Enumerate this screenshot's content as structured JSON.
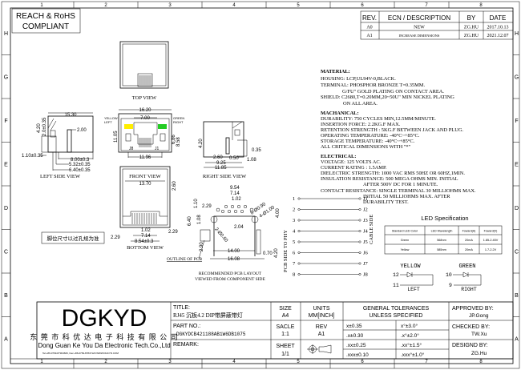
{
  "frame": {
    "columns": [
      "1",
      "2",
      "3",
      "4",
      "5",
      "6",
      "7",
      "8"
    ],
    "rows": [
      "H",
      "G",
      "F",
      "E",
      "D",
      "C",
      "B",
      "A"
    ]
  },
  "compliance": [
    "REACH & RoHS",
    "COMPLIANT"
  ],
  "revision_table": {
    "headers": [
      "REV.",
      "ECN / DESCRIPTION",
      "BY",
      "DATE"
    ],
    "rows": [
      [
        "A0",
        "NEW",
        "ZG.HU",
        "2017.10.13"
      ],
      [
        "A1",
        "INCREASE DIMENSIONS",
        "ZG.HU",
        "2021.12.07"
      ]
    ]
  },
  "views": {
    "top": "TOP VIEW",
    "left_side": "LEFT SIDE VIEW",
    "front": "FRONT VIEW",
    "right_side": "RIGHT SIDE VIEW",
    "bottom": "BOTTOM VIEW",
    "pcb_layout": [
      "RECOMMENDED PCB LAYOUT",
      "VIEWED FROM COMPONENT SIDE"
    ],
    "outline_of_pcb": "OUTLINE  OF PCB",
    "chinese_note": "脚位尺寸以过孔规为准"
  },
  "dimensions": {
    "left": [
      "15.30",
      "2.00",
      "4.20",
      "2.0±0.35",
      "1.10±0.35",
      "8.00±0.3",
      "5.32±0.35",
      "6.40±0.35"
    ],
    "front": [
      "16.20",
      "7.00",
      "11.05",
      "6.86",
      "8.58",
      "11.96",
      "YELLOW",
      "LEFT",
      "GREEN",
      "RIGHT",
      "J8",
      "J1"
    ],
    "right": [
      "4.20",
      "0.50",
      "0.35",
      "2.60",
      "1.08",
      "9.25",
      "11.85"
    ],
    "bottom": [
      "13.70",
      "2.60",
      "2.29",
      "2.29",
      "1.02",
      "7.14",
      "8.54±0.3"
    ],
    "pcb": [
      "9.54",
      "7.14",
      "1.02",
      "2.29",
      "1.10",
      "6.40",
      "1.08",
      "8-Ø0.90",
      "4-Ø1.00",
      "4.00",
      "2.04",
      "2-Ø0.60",
      "2.90",
      "14.00",
      "0.70",
      "4.20",
      "16.08"
    ]
  },
  "pinout": {
    "pcb_pins": [
      "1",
      "2",
      "3",
      "4",
      "5",
      "6",
      "7",
      "8"
    ],
    "cable_pins": [
      "J1",
      "J2",
      "J3",
      "J4",
      "J5",
      "J6",
      "J7",
      "J8"
    ],
    "pcb_label": "PCB SIDE TO PHY",
    "cable_label": "CABLE SIDE"
  },
  "notes": [
    "MATERIAL:",
    "HOUSING: LCP,UL94V-0,BLACK.",
    "TERMINAL: PHOSPHOR BRONZE T=0.35MM.",
    "G/FU\" GOLD PLATING ON CONTACT AREA.",
    "SHIELD: C2680,T=0.20MM,20~50U\" MIN NICKEL PLATING",
    "ON ALL AREA.",
    "MACHANICAL:",
    "DURABILITY: 750 CYCLES MIN,12.5MM/MINUTE.",
    "INSERTION FORCE: 2.2KG.F MAX.",
    "RETENTION STRENGTH : 5KG.F BETWEEN JACK AND PLUG.",
    "OPERATING TEMPERATURE: -40°C~+85°C.",
    "STORAGE TEMPERATURE: -40°C~+85°C.",
    "ALL CRITICAL DIMENSIONS WITH \"*\"",
    "ELECTRICAL:",
    "VOLTAGE: 125 VOLTS AC.",
    "CURRENT RATING : 1.5AMP.",
    "DIELECTRIC STRENGTH: 1000 VAC RMS 50HZ OR 60HZ,1MIN.",
    "INSULATION RESISTANCE: 500 MEGA OHMS MIN. INITIAL",
    "AFTER 500V DC FOR 1 MINUTE.",
    "CONTACT RESISTANCE: SINGLE TERMINAL 30 MILLIOHMS MAX.",
    "INITIAL 50 MILLIOHMS MAX. AFTER",
    "DURABILITY TEST."
  ],
  "led_spec": {
    "title": "LED Specification",
    "headers": [
      "Standard LED Color",
      "LED Wavelength",
      "Foward(A)",
      "Foward(V)"
    ],
    "rows": [
      [
        "Green",
        "568nm",
        "20mA",
        "1.85-2.45V"
      ],
      [
        "Yellow",
        "585nm",
        "20mA",
        "1.7-2.2V"
      ]
    ],
    "colors": {
      "green": "#22cc22",
      "yellow": "#ffee00"
    }
  },
  "led_circuit": {
    "yellow": {
      "label": "YELLOW",
      "pin_a": "12",
      "pin_b": "11",
      "side": "LEFT"
    },
    "green": {
      "label": "GREEN",
      "pin_a": "10",
      "pin_b": "9",
      "side": "RIGHT"
    }
  },
  "title_block": {
    "logo": "DGKYD",
    "company_cn": "东 莞 市 科 优 达 电 子 科 技 有 限 公 司",
    "company_en": "Dong Guan Ke You Da Electronic Tech.Co.,Ltd",
    "contact": "Tel:+86-0769-87304606, Fax:+86-0769-87847129  WWW.DGKYD.COM",
    "title_label": "TITLE:",
    "title_value": "RJ45 沉板4.2 DIP带屏蔽带灯",
    "part_label": "PART NO.:",
    "part_value": "DGKYDCB421188AB1W6DB1075",
    "remark_label": "REMARK:",
    "size_label": "SIZE",
    "size_value": "A4",
    "units_label": "UNITS",
    "units_value": "MM[INCH]",
    "scale_label": "SACLE",
    "scale_value": "1:1",
    "rev_label": "REV",
    "rev_value": "A1",
    "sheet_label": "SHEET",
    "sheet_value": "1/1",
    "tolerance_title": [
      "GENERAL TOLERANCES",
      "UNLESS SPECIFIED"
    ],
    "tolerances": [
      [
        "x±0.35",
        "x°±3.0°"
      ],
      [
        ".x±0.30",
        ".x°±2.0°"
      ],
      [
        ".xx±0.25",
        ".xx°±1.5°"
      ],
      [
        ".xxx±0.10",
        ".xxx°±1.0°"
      ]
    ],
    "approved_label": "APPROVED BY:",
    "approved_value": "JP.Gong",
    "checked_label": "CHECKED BY:",
    "checked_value": "TW.Xu",
    "designed_label": "DESIGND BY:",
    "designed_value": "ZG.Hu"
  }
}
